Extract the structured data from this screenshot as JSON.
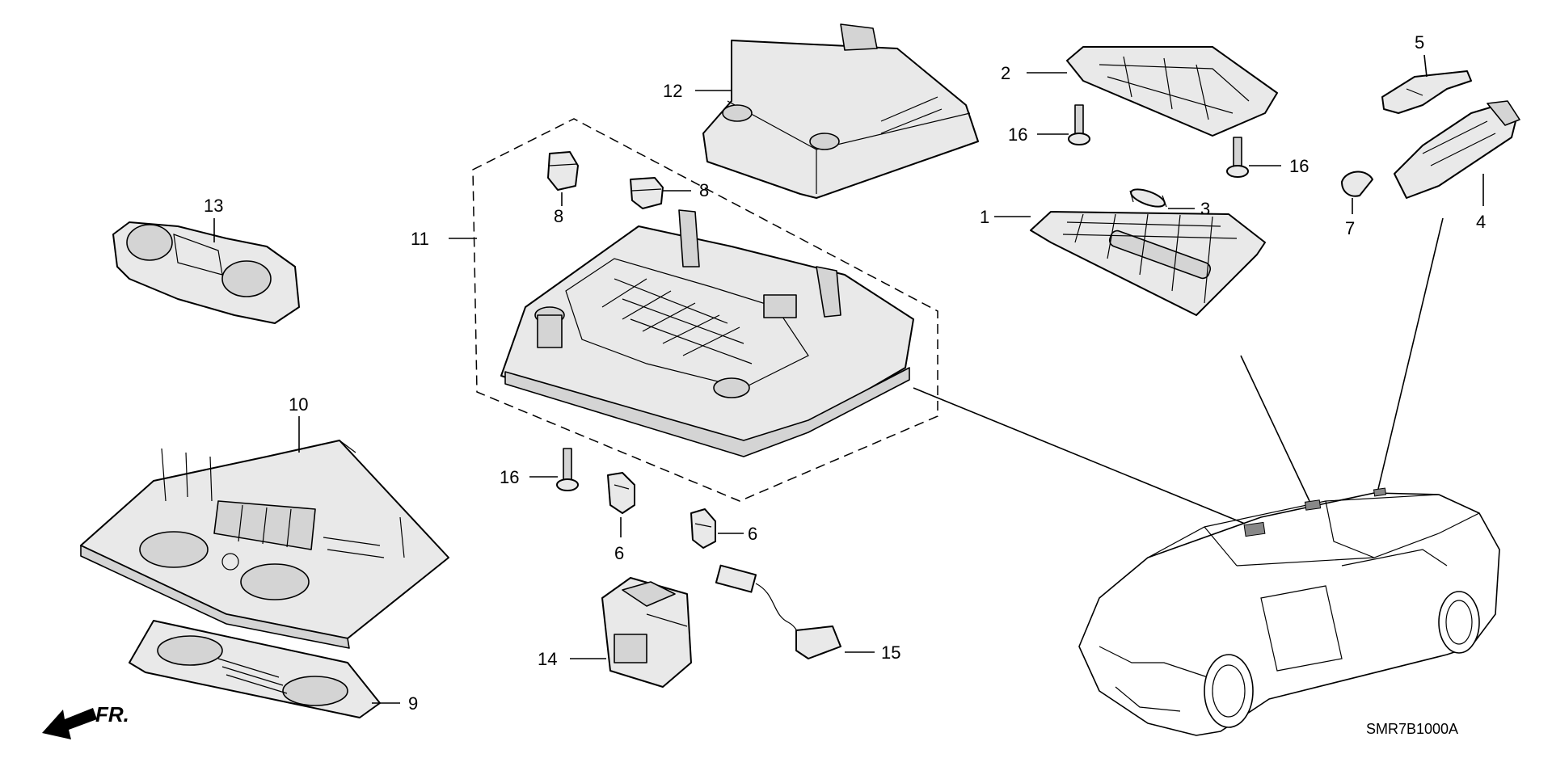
{
  "diagram": {
    "drawing_code": "SMR7B1000A",
    "front_marker": "FR.",
    "callouts": {
      "c1": "1",
      "c2": "2",
      "c3": "3",
      "c4": "4",
      "c5": "5",
      "c6a": "6",
      "c6b": "6",
      "c7": "7",
      "c8a": "8",
      "c8b": "8",
      "c9": "9",
      "c10": "10",
      "c11": "11",
      "c12": "12",
      "c13": "13",
      "c14": "14",
      "c15": "15",
      "c16a": "16",
      "c16b": "16",
      "c16c": "16"
    },
    "colors": {
      "line": "#000000",
      "background": "#ffffff",
      "part_fill": "#e9e9e9"
    }
  }
}
